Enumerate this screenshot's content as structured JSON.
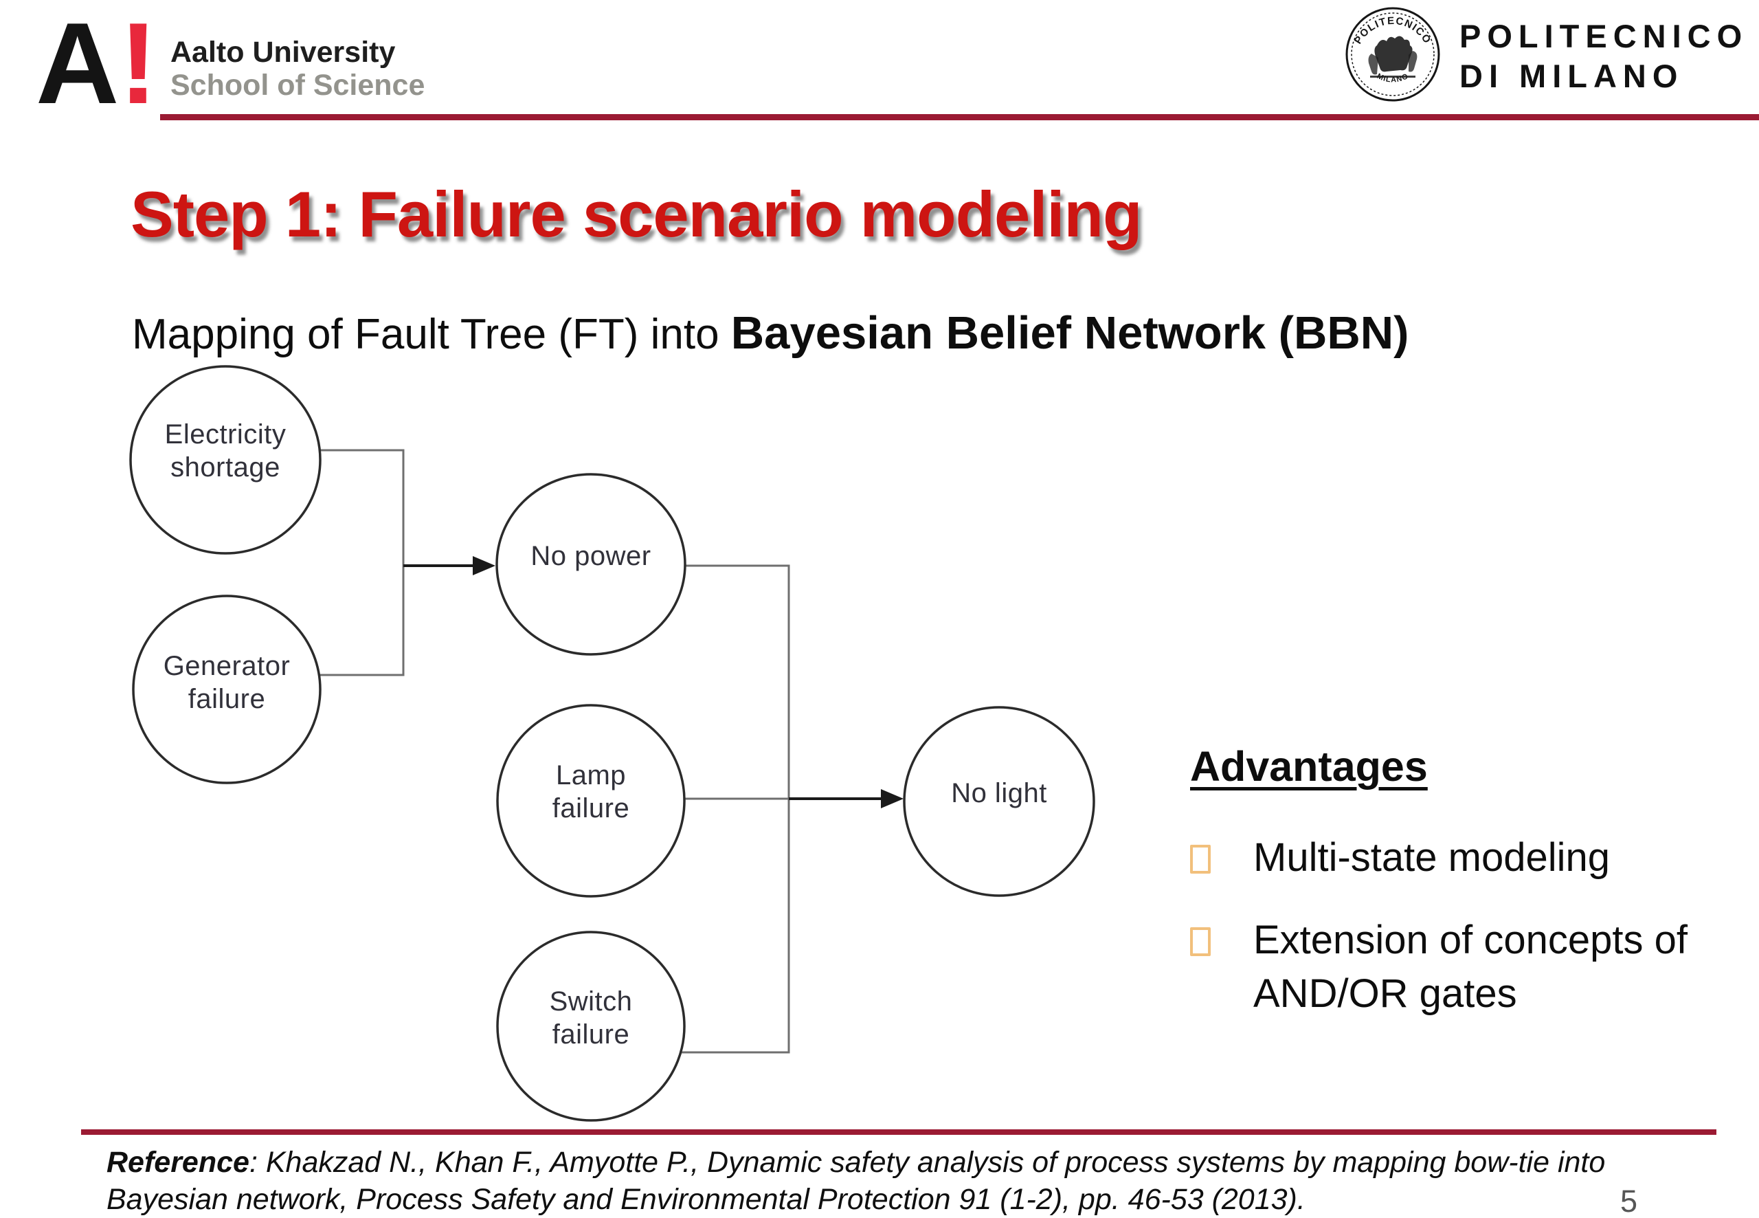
{
  "header": {
    "aalto_logo_letter": "A",
    "aalto_logo_bang": "!",
    "aalto_name": "Aalto University",
    "aalto_school": "School of Science",
    "polimi_name_line1": "POLITECNICO",
    "polimi_name_line2": "DI MILANO",
    "polimi_seal_top": "POLITECNICO",
    "polimi_seal_bottom": "MILANO"
  },
  "title": "Step 1: Failure scenario modeling",
  "subtitle": {
    "normal": "Mapping of Fault Tree (FT) into ",
    "bold": "Bayesian Belief Network (BBN)"
  },
  "diagram": {
    "nodes": [
      {
        "id": "electricity-shortage",
        "label": "Electricity\nshortage"
      },
      {
        "id": "generator-failure",
        "label": "Generator\nfailure"
      },
      {
        "id": "no-power",
        "label": "No power"
      },
      {
        "id": "lamp-failure",
        "label": "Lamp\nfailure"
      },
      {
        "id": "switch-failure",
        "label": "Switch\nfailure"
      },
      {
        "id": "no-light",
        "label": "No light"
      }
    ],
    "edges": [
      {
        "from": "electricity-shortage",
        "to": "no-power"
      },
      {
        "from": "generator-failure",
        "to": "no-power"
      },
      {
        "from": "no-power",
        "to": "no-light"
      },
      {
        "from": "lamp-failure",
        "to": "no-light"
      },
      {
        "from": "switch-failure",
        "to": "no-light"
      }
    ]
  },
  "advantages": {
    "heading": "Advantages",
    "items": [
      "Multi-state modeling",
      "Extension of concepts of AND/OR gates"
    ]
  },
  "footer": {
    "reference_label": "Reference",
    "reference_line1": ": Khakzad N., Khan F., Amyotte P., Dynamic safety analysis of process systems by mapping bow-tie into",
    "reference_line2": "Bayesian network, Process Safety and Environmental Protection 91 (1-2), pp. 46-53 (2013).",
    "page_number": "5"
  },
  "colors": {
    "title_red": "#cd1512",
    "rule_maroon": "#9b1b33",
    "aalto_bang_red": "#e8283c",
    "bullet_orange": "#f2c07c",
    "page_number_gray": "#565656"
  }
}
